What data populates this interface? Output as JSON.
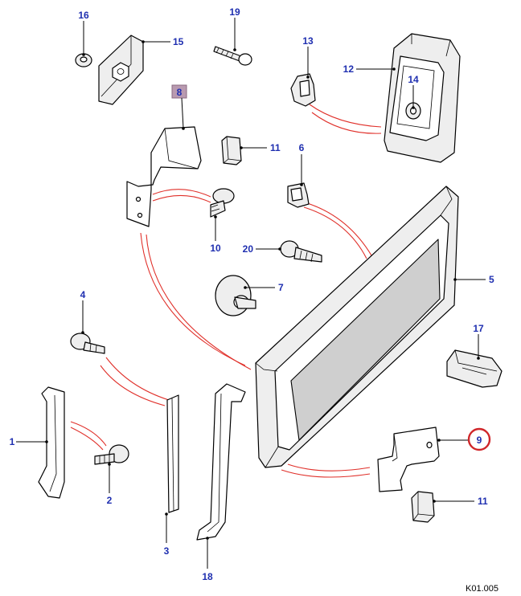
{
  "diagram": {
    "reference_code": "K01.005",
    "highlighted_callouts": [
      "9",
      "8"
    ],
    "callouts": [
      {
        "id": "c16",
        "label": "16"
      },
      {
        "id": "c19",
        "label": "19"
      },
      {
        "id": "c15",
        "label": "15"
      },
      {
        "id": "c13",
        "label": "13"
      },
      {
        "id": "c12",
        "label": "12"
      },
      {
        "id": "c14",
        "label": "14"
      },
      {
        "id": "c8",
        "label": "8"
      },
      {
        "id": "c11a",
        "label": "11"
      },
      {
        "id": "c6",
        "label": "6"
      },
      {
        "id": "c10",
        "label": "10"
      },
      {
        "id": "c20",
        "label": "20"
      },
      {
        "id": "c5",
        "label": "5"
      },
      {
        "id": "c7",
        "label": "7"
      },
      {
        "id": "c4",
        "label": "4"
      },
      {
        "id": "c17",
        "label": "17"
      },
      {
        "id": "c1",
        "label": "1"
      },
      {
        "id": "c9",
        "label": "9"
      },
      {
        "id": "c2",
        "label": "2"
      },
      {
        "id": "c11b",
        "label": "11"
      },
      {
        "id": "c3",
        "label": "3"
      },
      {
        "id": "c18",
        "label": "18"
      }
    ]
  }
}
